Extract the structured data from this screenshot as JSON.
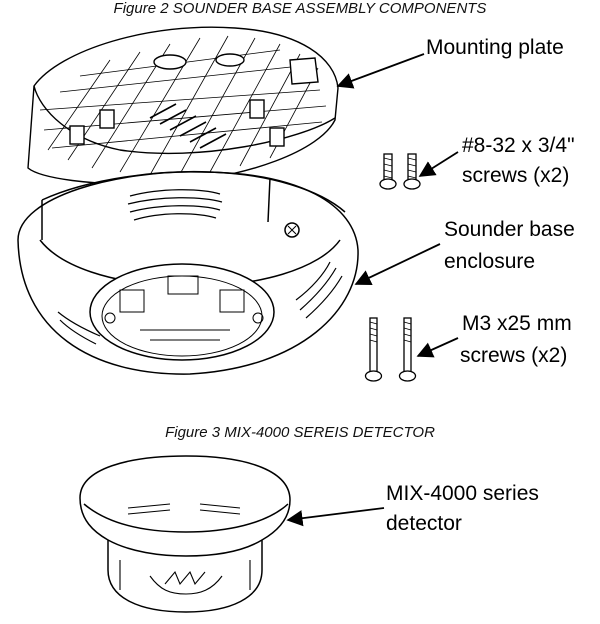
{
  "figure2": {
    "caption": "Figure 2 SOUNDER BASE ASSEMBLY COMPONENTS",
    "labels": {
      "mounting_plate": "Mounting plate",
      "screws_832_line1": "#8-32 x 3/4\"",
      "screws_832_line2": "screws (x2)",
      "sounder_line1": "Sounder base",
      "sounder_line2": "enclosure",
      "m3_line1": "M3 x25 mm",
      "m3_line2": "screws (x2)"
    }
  },
  "figure3": {
    "caption": "Figure 3 MIX-4000 SEREIS DETECTOR",
    "labels": {
      "detector_line1": "MIX-4000 series",
      "detector_line2": "detector"
    }
  }
}
